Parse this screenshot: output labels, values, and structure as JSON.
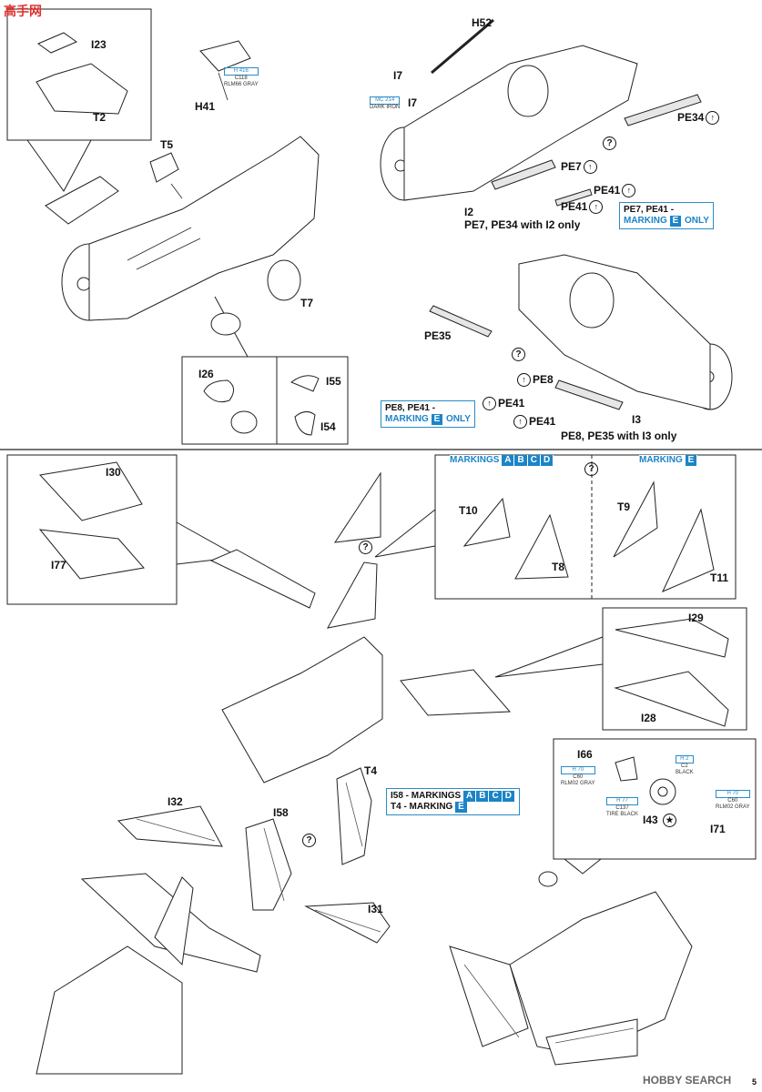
{
  "watermark_top": "高手网",
  "watermark_bottom": "HOBBY SEARCH",
  "page_number": "5",
  "part_labels": {
    "I23": "I23",
    "T2": "T2",
    "H41": "H41",
    "T5": "T5",
    "T7": "T7",
    "I26": "I26",
    "I55": "I55",
    "I54": "I54",
    "H52": "H52",
    "I7a": "I7",
    "I7b": "I7",
    "PE34": "PE34",
    "PE7": "PE7",
    "PE41a": "PE41",
    "PE41b": "PE41",
    "I2": "I2",
    "PE35": "PE35",
    "PE8": "PE8",
    "PE41c": "PE41",
    "PE41d": "PE41",
    "I3": "I3",
    "I30": "I30",
    "I77": "I77",
    "T10": "T10",
    "T8": "T8",
    "T9": "T9",
    "T11": "T11",
    "I29": "I29",
    "I28": "I28",
    "I66": "I66",
    "I43": "I43",
    "I71": "I71",
    "I32": "I32",
    "I58": "I58",
    "T4": "T4",
    "I31": "I31"
  },
  "notes": {
    "i2_note": "PE7, PE34 with I2 only",
    "i3_note": "PE8, PE35 with I3 only"
  },
  "boxes": {
    "pe7_pe41_line1": "PE7, PE41 -",
    "pe7_pe41_line2": "MARKING",
    "pe7_pe41_mark": "E",
    "pe7_pe41_tail": "ONLY",
    "pe8_pe41_line1": "PE8, PE41 -",
    "pe8_pe41_line2": "MARKING",
    "pe8_pe41_mark": "E",
    "pe8_pe41_tail": "ONLY",
    "markings_abcd_label": "MARKINGS",
    "marking_e_label": "MARKING",
    "i58_label": "I58 - MARKINGS",
    "t4_label": "T4 - MARKING"
  },
  "marking_letters": [
    "A",
    "B",
    "C",
    "D"
  ],
  "marking_e": "E",
  "color_callouts": {
    "h416": {
      "code": "H 416",
      "code2": "C118",
      "name": "RLM66 GRAY"
    },
    "mc214": {
      "code": "MC 214",
      "name": "DARK IRON"
    },
    "h2": {
      "code": "H 2",
      "code2": "C2",
      "name": "BLACK"
    },
    "h70a": {
      "code": "H 70",
      "code2": "C60",
      "name": "RLM02 GRAY"
    },
    "h70b": {
      "code": "H 70",
      "code2": "C60",
      "name": "RLM02 GRAY"
    },
    "h77": {
      "code": "H 77",
      "code2": "C137",
      "name": "TIRE BLACK"
    }
  },
  "colors": {
    "accent": "#1b84c8",
    "line": "#111111",
    "shade": "#c9c9c9"
  },
  "icons": [
    "question-icon",
    "arrow-up-icon",
    "glue-icon"
  ]
}
